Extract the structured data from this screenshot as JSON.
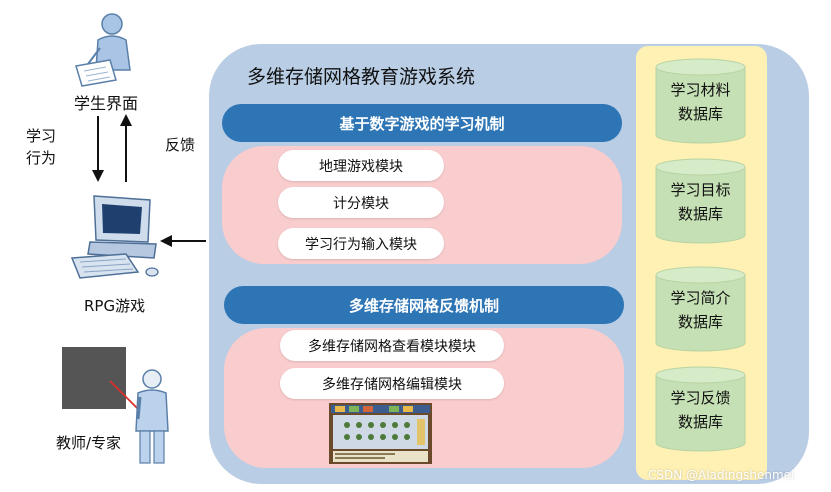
{
  "system": {
    "title": "多维存储网格教育游戏系统"
  },
  "learning_section": {
    "header": "基于数字游戏的学习机制",
    "modules": [
      "地理游戏模块",
      "计分模块",
      "学习行为输入模块"
    ]
  },
  "feedback_section": {
    "header": "多维存储网格反馈机制",
    "modules": [
      "多维存储网格查看模块模块",
      "多维存储网格编辑模块"
    ]
  },
  "databases": [
    {
      "line1": "学习材料",
      "line2": "数据库"
    },
    {
      "line1": "学习目标",
      "line2": "数据库"
    },
    {
      "line1": "学习简介",
      "line2": "数据库"
    },
    {
      "line1": "学习反馈",
      "line2": "数据库"
    }
  ],
  "actors": {
    "student": "学生界面",
    "game": "RPG游戏",
    "teacher": "教师/专家"
  },
  "arrows": {
    "learning_behavior": [
      "学习",
      "行为"
    ],
    "feedback": "反馈"
  },
  "watermark": "CSDN @Aladingshenmei",
  "colors": {
    "container": "#b9cde5",
    "header": "#2e75b6",
    "module_area": "#f9cccd",
    "database": "#c5e0b4",
    "db_column": "#fff1b3"
  }
}
